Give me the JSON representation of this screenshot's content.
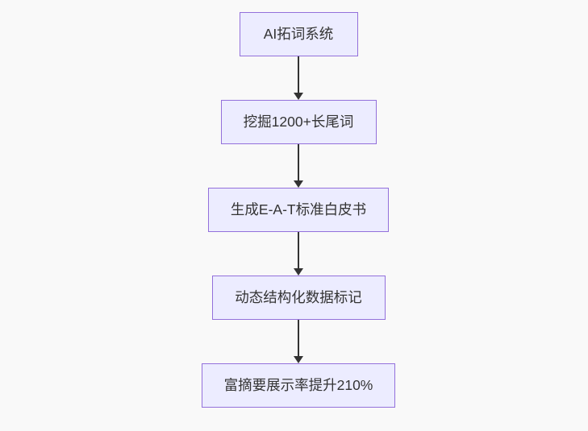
{
  "flowchart": {
    "type": "flowchart",
    "direction": "top-down",
    "nodes": [
      {
        "id": "n1",
        "label": "AI拓词系统"
      },
      {
        "id": "n2",
        "label": "挖掘1200+长尾词"
      },
      {
        "id": "n3",
        "label": "生成E-A-T标准白皮书"
      },
      {
        "id": "n4",
        "label": "动态结构化数据标记"
      },
      {
        "id": "n5",
        "label": "富摘要展示率提升210%"
      }
    ],
    "edges": [
      {
        "from": "n1",
        "to": "n2"
      },
      {
        "from": "n2",
        "to": "n3"
      },
      {
        "from": "n3",
        "to": "n4"
      },
      {
        "from": "n4",
        "to": "n5"
      }
    ],
    "colors": {
      "background": "#f9f9f9",
      "node_fill": "#ececff",
      "node_border": "#9370db",
      "node_text": "#333333",
      "arrow": "#333333"
    }
  }
}
